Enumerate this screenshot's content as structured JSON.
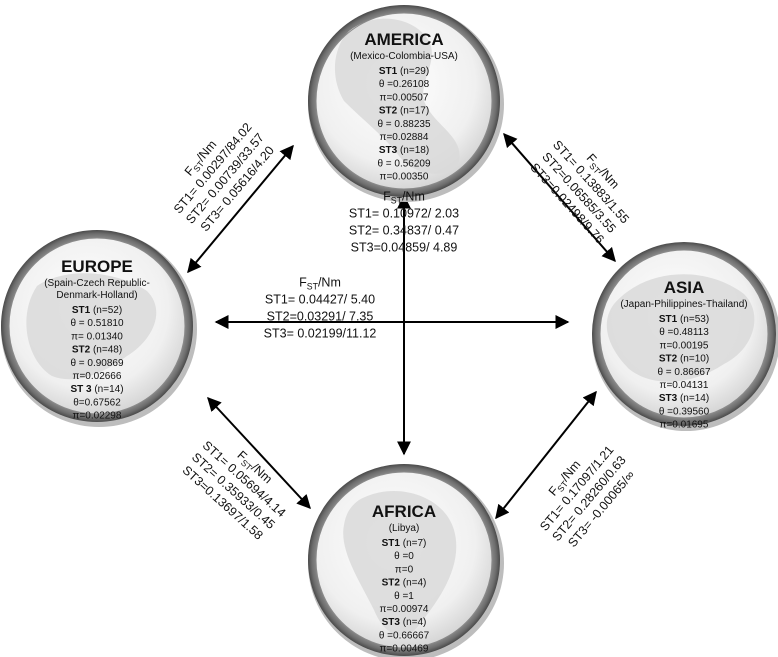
{
  "regions": [
    {
      "key": "america",
      "name": "AMERICA",
      "subtitle": [
        "(Mexico-Colombia-USA)"
      ],
      "stats": [
        {
          "label": "ST1",
          "n": "(n=29)"
        },
        {
          "text": "θ =0.26108"
        },
        {
          "text": "π=0.00507"
        },
        {
          "label": "ST2",
          "n": "(n=17)"
        },
        {
          "text": "θ = 0.88235"
        },
        {
          "text": "π=0.02884"
        },
        {
          "label": "ST3",
          "n": "(n=18)"
        },
        {
          "text": "θ = 0.56209"
        },
        {
          "text": "π=0.00350"
        }
      ]
    },
    {
      "key": "europe",
      "name": "EUROPE",
      "subtitle": [
        "(Spain-Czech Republic-",
        "Denmark-Holland)"
      ],
      "stats": [
        {
          "label": "ST1",
          "n": "(n=52)"
        },
        {
          "text": "θ = 0.51810"
        },
        {
          "text": "π= 0.01340"
        },
        {
          "label": "ST2",
          "n": "(n=48)"
        },
        {
          "text": "θ = 0.90869"
        },
        {
          "text": "π=0.02666"
        },
        {
          "label": "ST 3",
          "n": "(n=14)"
        },
        {
          "text": "θ=0.67562"
        },
        {
          "text": "π=0.02298"
        }
      ]
    },
    {
      "key": "asia",
      "name": "ASIA",
      "subtitle": [
        "(Japan-Philippines-Thailand)"
      ],
      "stats": [
        {
          "label": "ST1",
          "n": "(n=53)"
        },
        {
          "text": "θ =0.48113"
        },
        {
          "text": "π=0.00195"
        },
        {
          "label": "ST2",
          "n": "(n=10)"
        },
        {
          "text": "θ = 0.86667"
        },
        {
          "text": "π=0.04131"
        },
        {
          "label": "ST3",
          "n": "(n=14)"
        },
        {
          "text": "θ =0.39560"
        },
        {
          "text": "π=0.01695"
        }
      ]
    },
    {
      "key": "africa",
      "name": "AFRICA",
      "subtitle": [
        "(Libya)"
      ],
      "stats": [
        {
          "label": "ST1",
          "n": "(n=7)"
        },
        {
          "text": "θ =0"
        },
        {
          "text": "π=0"
        },
        {
          "label": "ST2",
          "n": "(n=4)"
        },
        {
          "text": "θ =1"
        },
        {
          "text": "π=0.00974"
        },
        {
          "label": "ST3",
          "n": "(n=4)"
        },
        {
          "text": "θ =0.66667"
        },
        {
          "text": "π=0.00469"
        }
      ]
    }
  ],
  "edges": [
    {
      "key": "america-europe",
      "heading": {
        "base": "F",
        "sub": "ST",
        "rest": "/Nm"
      },
      "lines": [
        "ST1= 0.00297/84.02",
        "ST2= 0.00739/33.57",
        "ST3= 0.05616/4.20"
      ]
    },
    {
      "key": "america-asia",
      "heading": {
        "base": "F",
        "sub": "ST",
        "rest": "/Nm"
      },
      "lines": [
        "ST1= 0.13883/1.55",
        "ST2=0.06585/3.55",
        "ST3=0.02498/9.76"
      ]
    },
    {
      "key": "america-africa",
      "heading": {
        "base": "F",
        "sub": "ST",
        "rest": "/Nm"
      },
      "lines": [
        "ST1= 0.10972/ 2.03",
        "ST2= 0.34837/ 0.47",
        "ST3=0.04859/ 4.89"
      ]
    },
    {
      "key": "europe-asia",
      "heading": {
        "base": "F",
        "sub": "ST",
        "rest": "/Nm"
      },
      "lines": [
        "ST1= 0.04427/ 5.40",
        "ST2=0.03291/ 7.35",
        "ST3= 0.02199/11.12"
      ]
    },
    {
      "key": "europe-africa",
      "heading": {
        "base": "F",
        "sub": "ST",
        "rest": "/Nm"
      },
      "lines": [
        "ST1= 0.05694/4.14",
        "ST2= 0.35933/0.45",
        "ST3=0.13697/1.58"
      ]
    },
    {
      "key": "africa-asia",
      "heading": {
        "base": "F",
        "sub": "ST",
        "rest": "/Nm"
      },
      "lines": [
        "ST1= 0.17097/1.21",
        "ST2= 0.28260/0.63",
        "ST3= -0.00065/∞"
      ]
    }
  ]
}
